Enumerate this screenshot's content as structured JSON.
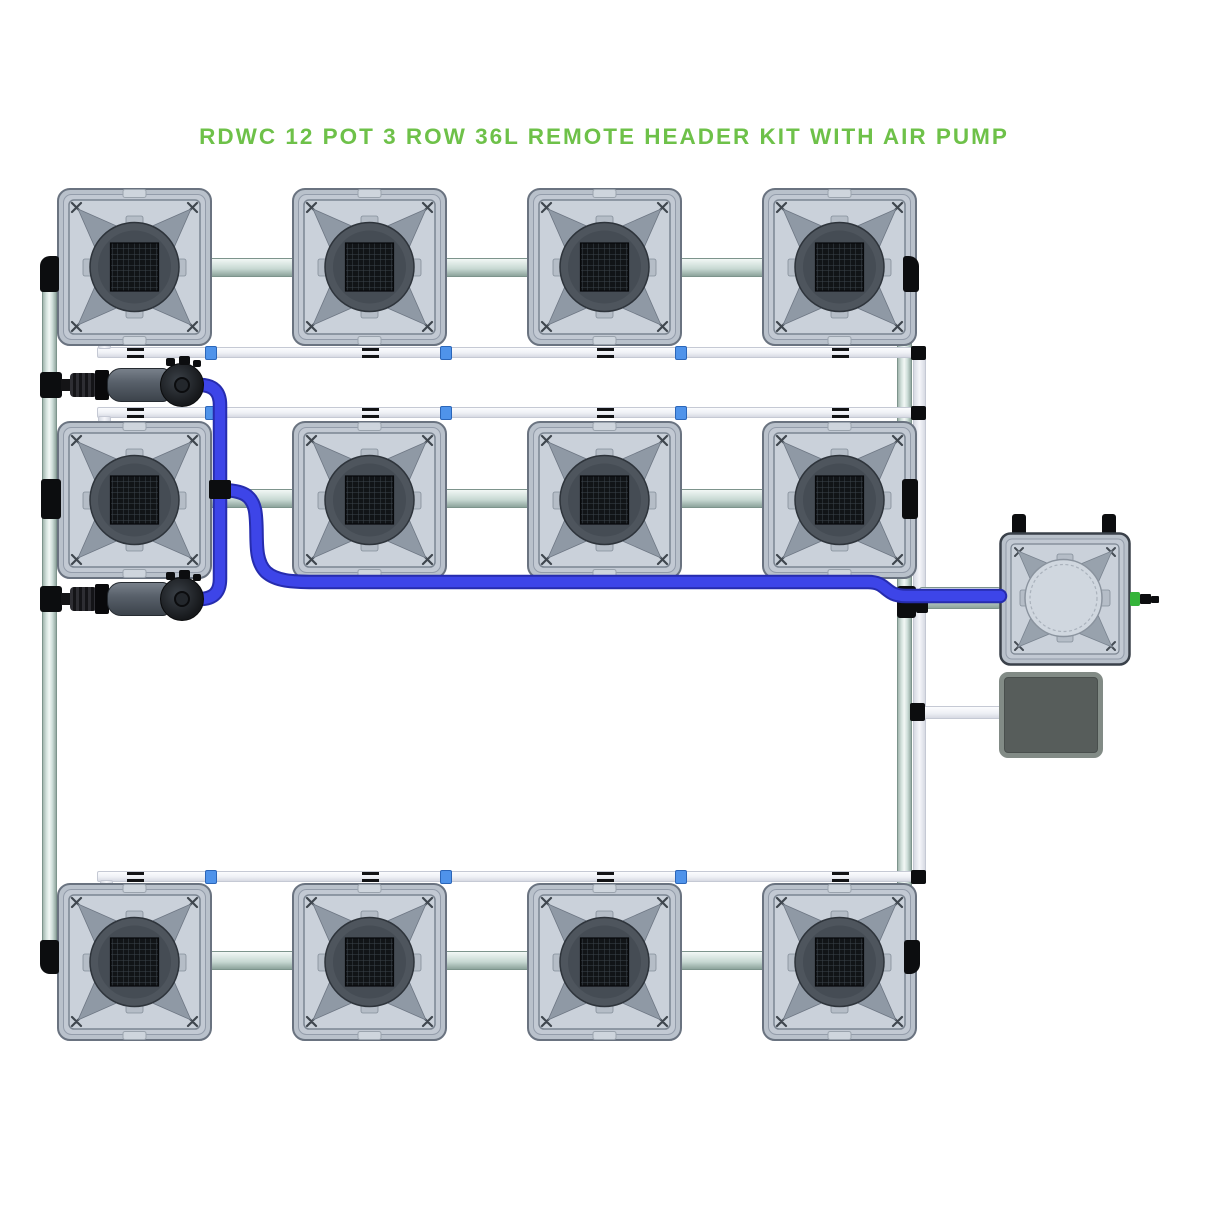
{
  "title": "RDWC 12 POT 3 ROW 36L REMOTE HEADER KIT WITH AIR PUMP",
  "system": {
    "pot_count": 12,
    "rows": 3,
    "pots_per_row": 4,
    "pot_volume_label": "36L",
    "components": {
      "pot": "36L pot with mesh net lid",
      "header_tank": "Remote header tank",
      "air_pump": "Air pump",
      "water_pump_count": 2,
      "flow_pipework": "Grey manifold pipework",
      "return_pipework": "White return pipework",
      "header_tubing": "Blue header tubing"
    }
  },
  "colors": {
    "title_green": "#6ec149",
    "tube_blue": "#3d45e8",
    "tube_blue_dark": "#262cae",
    "clip_blue": "#4f93ea",
    "pipe_green_tint": "#cfe0da",
    "pipe_white": "#eceef4",
    "bucket_body": "#b9c1cb",
    "bucket_lid": "#cad1da",
    "netpot_dark": "#4e555d",
    "mesh_black": "#111417",
    "air_pump_body": "#575d5b",
    "fitting_green": "#35b43a",
    "black_fitting": "#0c0d0f",
    "background": "#ffffff"
  }
}
